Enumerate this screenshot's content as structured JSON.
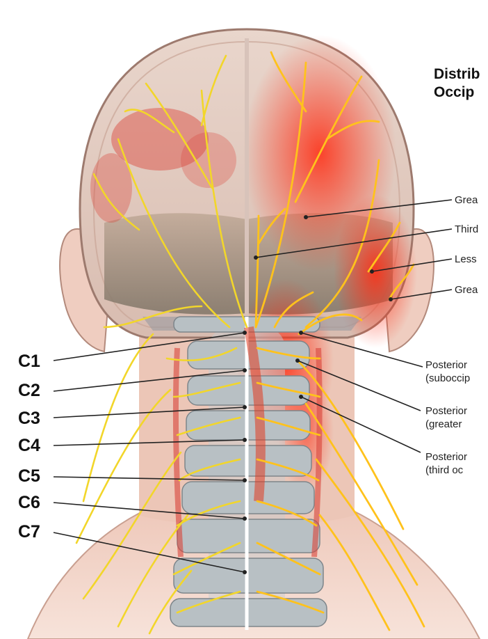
{
  "title": {
    "line1": "Distrib",
    "line2": "Occip"
  },
  "vertebrae": [
    "C1",
    "C2",
    "C3",
    "C4",
    "C5",
    "C6",
    "C7"
  ],
  "nerve_labels": [
    {
      "lines": [
        "Grea"
      ]
    },
    {
      "lines": [
        "Third"
      ]
    },
    {
      "lines": [
        "Less"
      ]
    },
    {
      "lines": [
        "Grea"
      ]
    },
    {
      "lines": [
        "Posterior",
        "(suboccip"
      ]
    },
    {
      "lines": [
        "Posterior",
        "(greater"
      ]
    },
    {
      "lines": [
        "Posterior",
        "(third oc"
      ]
    }
  ],
  "colors": {
    "skin": "#f0cdbf",
    "skin_outline": "#b38a7c",
    "hair_cap": "#e7d2c8",
    "muscle": "#d9453a",
    "nerve": "#f2d62a",
    "nerve_hot": "#ff3a12",
    "bone": "#b8c0c4",
    "leader": "#222222"
  }
}
